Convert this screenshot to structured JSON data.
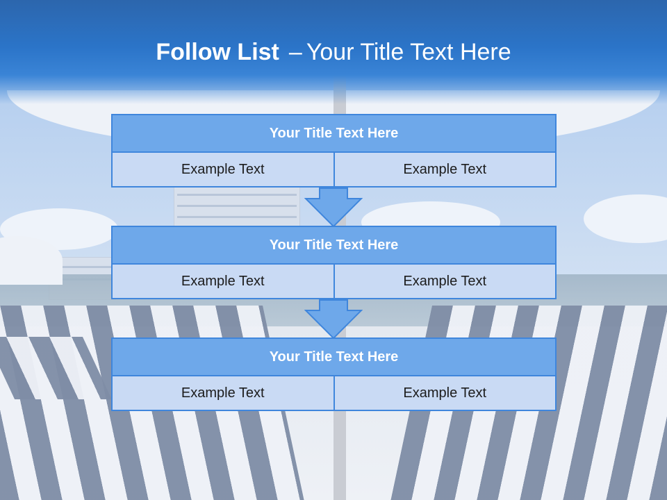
{
  "header": {
    "title_bold": "Follow List",
    "title_dash": "–",
    "title_rest": "Your Title Text Here"
  },
  "blocks": [
    {
      "title": "Your Title Text Here",
      "left": "Example Text",
      "right": "Example Text"
    },
    {
      "title": "Your Title Text Here",
      "left": "Example Text",
      "right": "Example Text"
    },
    {
      "title": "Your Title Text Here",
      "left": "Example Text",
      "right": "Example Text"
    }
  ],
  "colors": {
    "header_blue": "#2b74c8",
    "block_title_fill": "#6ea8ea",
    "block_border": "#3f86dc",
    "cell_fill": "#c9daf4",
    "arrow_fill": "#6ea8ea"
  },
  "icons": [
    "down-arrow-icon",
    "down-arrow-icon"
  ]
}
